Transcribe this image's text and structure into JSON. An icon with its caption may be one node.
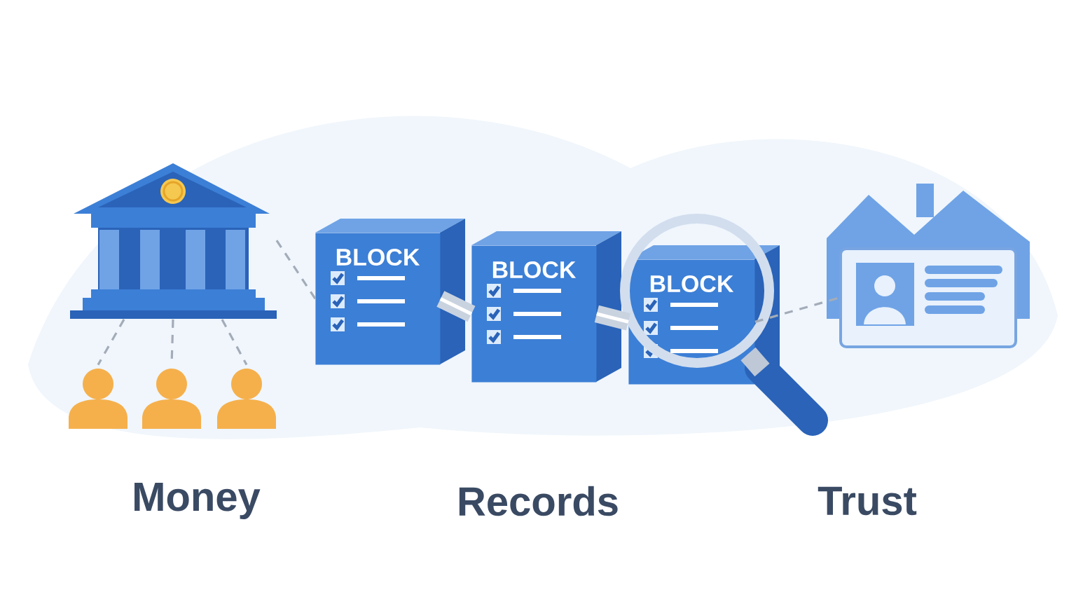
{
  "diagram": {
    "nodes": [
      {
        "text": [],
        "shape": "picture"
      },
      {
        "text": [],
        "shape": "person"
      },
      {
        "text": [],
        "shape": "person"
      },
      {
        "text": [],
        "shape": "person"
      },
      {
        "text": [
          "BLOCK"
        ]
      },
      {
        "text": [
          "BLOCK"
        ]
      },
      {
        "text": [
          "BLOCK"
        ]
      },
      {
        "text": [],
        "shape": "picture"
      }
    ],
    "edges": [
      {
        "from": 0,
        "to": 1,
        "arrow": "none",
        "style": "dashed"
      },
      {
        "from": 0,
        "to": 2,
        "arrow": "none",
        "style": "dashed"
      },
      {
        "from": 0,
        "to": 3,
        "arrow": "none",
        "style": "dashed"
      },
      {
        "from": 0,
        "to": 4,
        "arrow": "none",
        "style": "dashed"
      },
      {
        "from": 4,
        "to": 5,
        "arrow": "none",
        "style": "thick",
        "color": "#c9d3e0"
      },
      {
        "from": 5,
        "to": 6,
        "arrow": "none",
        "style": "thick",
        "color": "#c9d3e0"
      },
      {
        "from": 6,
        "to": 7,
        "arrow": "none",
        "style": "dashed"
      }
    ],
    "labels": [
      "Money",
      "Records",
      "Trust"
    ]
  }
}
